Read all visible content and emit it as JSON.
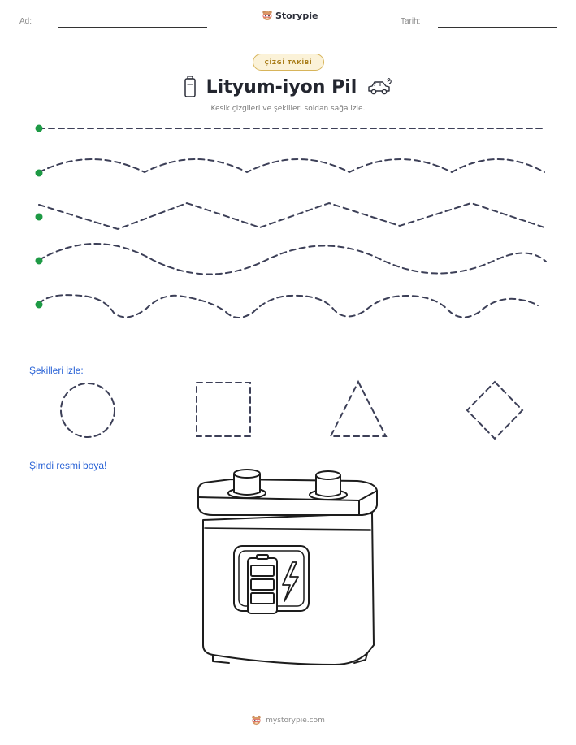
{
  "header": {
    "name_label": "Ad:",
    "date_label": "Tarih:",
    "brand": "Storypie"
  },
  "badge": "ÇİZGİ TAKİBİ",
  "title": "Lityum-iyon Pil",
  "subtitle": "Kesik çizgileri ve şekilleri soldan sağa izle.",
  "icons": {
    "left": "battery-icon",
    "right": "electric-car-icon",
    "brand": "bear-mascot-icon"
  },
  "trace_lines": [
    "straight",
    "gentle-wave",
    "zigzag",
    "wave",
    "bumpy-wave"
  ],
  "shapes_label": "Şekilleri izle:",
  "shapes": [
    "circle",
    "square",
    "triangle",
    "diamond"
  ],
  "color_label": "Şimdi resmi boya!",
  "colors": {
    "start_dot": "#1e9a45",
    "dash": "#3c3f57",
    "accent_text": "#2a63d6",
    "badge_text": "#a87c18",
    "badge_fill": "#fbf2d8"
  },
  "footer": {
    "url": "mystorypie.com"
  }
}
